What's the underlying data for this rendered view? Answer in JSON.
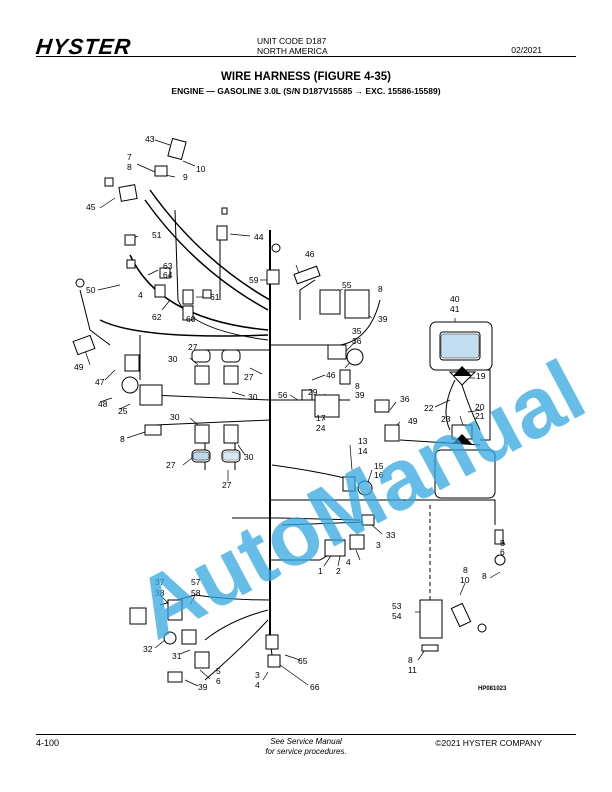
{
  "header": {
    "brand": "HYSTER",
    "unit_code": "UNIT CODE D187",
    "region": "NORTH AMERICA",
    "date": "02/2021"
  },
  "title": "WIRE HARNESS (FIGURE 4-35)",
  "subtitle": "ENGINE — GASOLINE 3.0L  (S/N D187V15585 → EXC. 15586-15589)",
  "figure_code": "HP081023",
  "watermark": "AutoManual",
  "callouts": {
    "c43": "43",
    "c10": "10",
    "c7": "7",
    "c8a": "8",
    "c9": "9",
    "c45": "45",
    "c44": "44",
    "c51": "51",
    "c46a": "46",
    "c63": "63",
    "c64": "64",
    "c59": "59",
    "c50": "50",
    "c4a": "4",
    "c61": "61",
    "c55": "55",
    "c8b": "8",
    "c39a": "39",
    "c62": "62",
    "c60": "60",
    "c40": "40",
    "c41": "41",
    "c49a": "49",
    "c35": "35",
    "c36a": "36",
    "c27a": "27",
    "c30a": "30",
    "c27b": "27",
    "c8c": "8",
    "c39b": "39",
    "c47": "47",
    "c19": "19",
    "c46b": "46",
    "c30b": "30",
    "c56": "56",
    "c29": "29",
    "c22": "22",
    "c20": "20",
    "c21": "21",
    "c48": "48",
    "c25": "25",
    "c36b": "36",
    "c17": "17",
    "c24": "24",
    "c23": "23",
    "c30c": "30",
    "c49b": "49",
    "c8d": "8",
    "c13": "13",
    "c14": "14",
    "c27c": "27",
    "c30d": "30",
    "c15": "15",
    "c16": "16",
    "c27d": "27",
    "c33": "33",
    "c5a": "5",
    "c6a": "6",
    "c3a": "3",
    "c4b": "4",
    "c1": "1",
    "c2": "2",
    "c8e": "8",
    "c37": "37",
    "c38": "38",
    "c57": "57",
    "c58": "58",
    "c8f": "8",
    "c10b": "10",
    "c53": "53",
    "c54": "54",
    "c32": "32",
    "c31": "31",
    "c65": "65",
    "c5b": "5",
    "c6b": "6",
    "c3b": "3",
    "c4c": "4",
    "c8g": "8",
    "c11": "11",
    "c39c": "39",
    "c66": "66"
  },
  "footer": {
    "page_number": "4-100",
    "note_line1": "See Service Manual",
    "note_line2": "for service procedures.",
    "copyright": "©2021 HYSTER COMPANY"
  }
}
